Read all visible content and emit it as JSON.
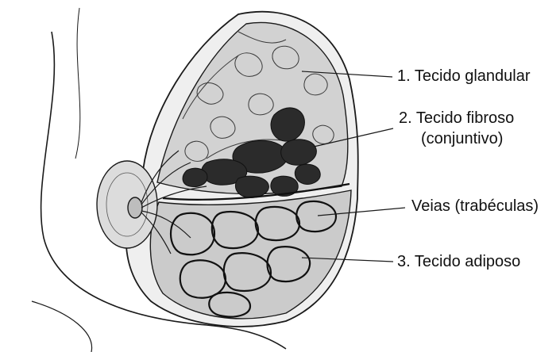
{
  "labels": {
    "glandular": "1. Tecido glandular",
    "fibroso_line1": "2. Tecido fibroso",
    "fibroso_line2": "(conjuntivo)",
    "veias": "Veias (trabéculas)",
    "adiposo": "3. Tecido adiposo"
  },
  "colors": {
    "outline": "#1a1a1a",
    "glandular_fill": "#cfcfcf",
    "fibrous_fill": "#2b2b2b",
    "adipose_fill": "#c8c8c8",
    "background": "#ffffff"
  }
}
